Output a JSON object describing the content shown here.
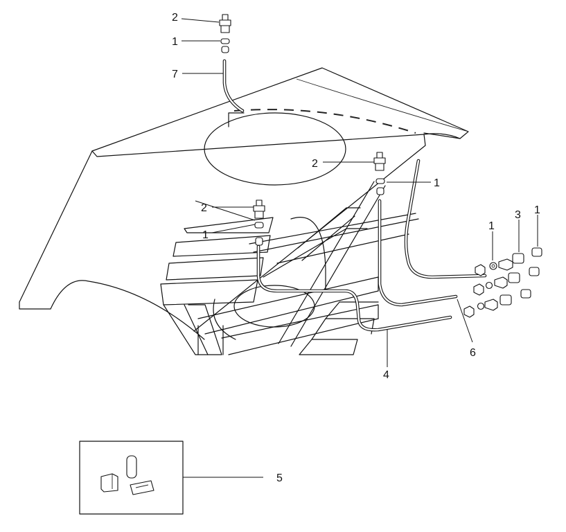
{
  "callouts": {
    "c2_top": "2",
    "c1_top": "1",
    "c7": "7",
    "c2_mid": "2",
    "c1_mid": "1",
    "c2_left": "2",
    "c1_left": "1",
    "c1_a": "1",
    "c3": "3",
    "c1_b": "1",
    "c6": "6",
    "c4": "4",
    "c5": "5"
  }
}
